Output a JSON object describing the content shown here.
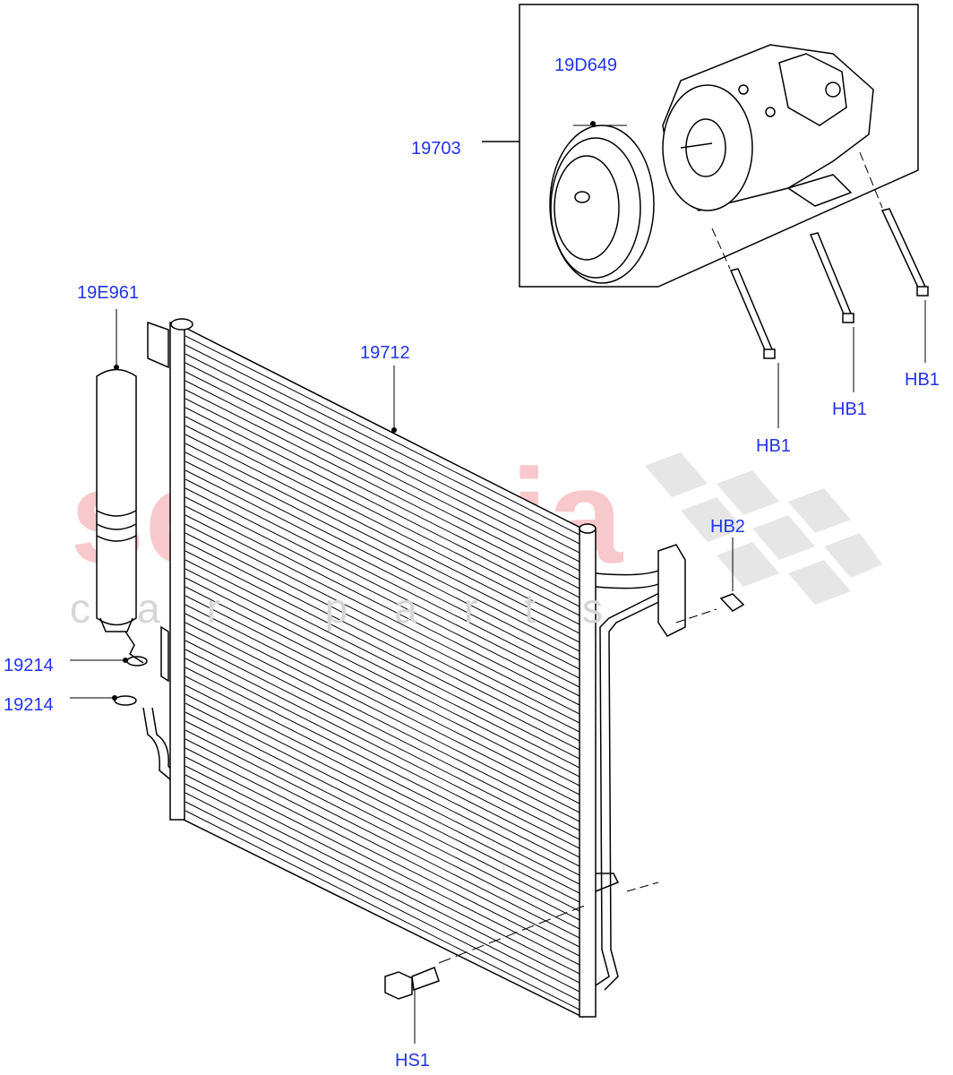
{
  "watermark": {
    "brand": "scuderia",
    "tagline": "car parts",
    "brand_color": "#f5c0c4"
  },
  "label_color": "#2233ee",
  "callouts": {
    "pulley": "19D649",
    "compressor": "19703",
    "receiver_drier": "19E961",
    "condenser": "19712",
    "bolt_hb1_a": "HB1",
    "bolt_hb1_b": "HB1",
    "bolt_hb1_c": "HB1",
    "bolt_hb2": "HB2",
    "oring_a": "19214",
    "oring_b": "19214",
    "bolt_hs1": "HS1"
  }
}
